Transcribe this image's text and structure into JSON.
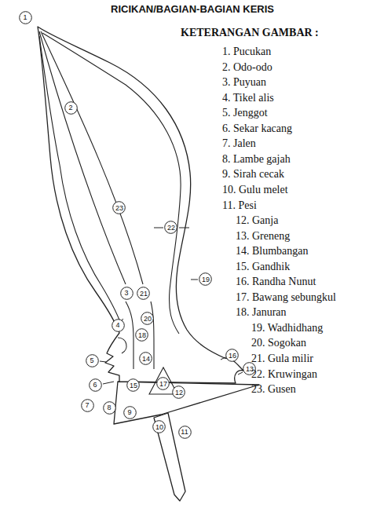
{
  "diagram": {
    "title": "RICIKAN/BAGIAN-BAGIAN KERIS",
    "nodes": [
      {
        "text": [
          "1"
        ]
      },
      {
        "text": [
          "2"
        ]
      },
      {
        "text": [
          "3"
        ]
      },
      {
        "text": [
          "4"
        ]
      },
      {
        "text": [
          "5"
        ]
      },
      {
        "text": [
          "6"
        ]
      },
      {
        "text": [
          "7"
        ]
      },
      {
        "text": [
          "8"
        ]
      },
      {
        "text": [
          "9"
        ]
      },
      {
        "text": [
          "10"
        ]
      },
      {
        "text": [
          "11"
        ]
      },
      {
        "text": [
          "12"
        ]
      },
      {
        "text": [
          "13"
        ]
      },
      {
        "text": [
          "14"
        ]
      },
      {
        "text": [
          "15"
        ]
      },
      {
        "text": [
          "16"
        ]
      },
      {
        "text": [
          "17"
        ]
      },
      {
        "text": [
          "18"
        ]
      },
      {
        "text": [
          "19"
        ]
      },
      {
        "text": [
          "20"
        ]
      },
      {
        "text": [
          "21"
        ]
      },
      {
        "text": [
          "22"
        ]
      },
      {
        "text": [
          "23"
        ]
      }
    ],
    "labels": [
      "KETERANGAN GAMBAR :",
      "1. Pucukan",
      "2. Odo-odo",
      "3. Puyuan",
      "4. Tikel alis",
      "5. Jenggot",
      "6. Sekar kacang",
      "7. Jalen",
      "8. Lambe gajah",
      "9. Sirah cecak",
      "10. Gulu melet",
      "11. Pesi",
      "12. Ganja",
      "13. Greneng",
      "14. Blumbangan",
      "15. Gandhik",
      "16. Randha Nunut",
      "17. Bawang sebungkul",
      "18. Januran",
      "19. Wadhidhang",
      "20. Sogokan",
      "21. Gula milir",
      "22. Kruwingan",
      "23. Gusen"
    ]
  }
}
